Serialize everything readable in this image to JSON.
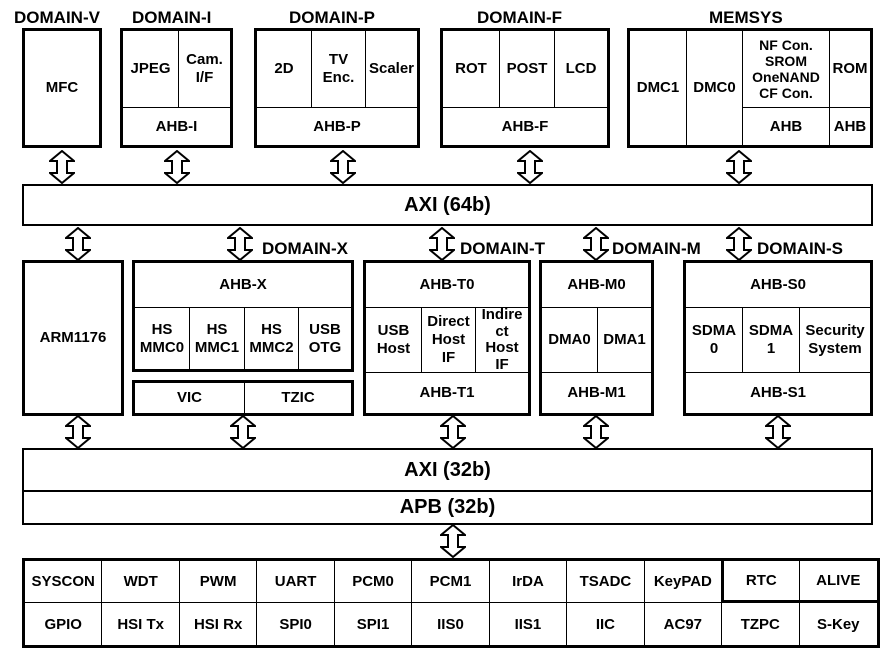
{
  "domains": {
    "v": {
      "title": "DOMAIN-V",
      "cells": [
        "MFC"
      ]
    },
    "i": {
      "title": "DOMAIN-I",
      "cells": [
        "JPEG",
        "Cam.\nI/F"
      ],
      "bus": "AHB-I"
    },
    "p": {
      "title": "DOMAIN-P",
      "cells": [
        "2D",
        "TV\nEnc.",
        "Scaler"
      ],
      "bus": "AHB-P"
    },
    "f": {
      "title": "DOMAIN-F",
      "cells": [
        "ROT",
        "POST",
        "LCD"
      ],
      "bus": "AHB-F"
    },
    "memsys": {
      "title": "MEMSYS",
      "cells": [
        "DMC1",
        "DMC0",
        "NF Con.\nSROM\nOneNAND\nCF Con.",
        "ROM"
      ],
      "buses": [
        "AHB",
        "AHB"
      ]
    },
    "arm": {
      "label": "ARM1176"
    },
    "x": {
      "title": "DOMAIN-X",
      "bus": "AHB-X",
      "cells": [
        "HS\nMMC0",
        "HS\nMMC1",
        "HS\nMMC2",
        "USB\nOTG"
      ],
      "vic": "VIC",
      "tzic": "TZIC"
    },
    "t": {
      "title": "DOMAIN-T",
      "bus_top": "AHB-T0",
      "cells": [
        "USB\nHost",
        "Direct\nHost\nIF",
        "Indire\nct\nHost\nIF"
      ],
      "bus_bottom": "AHB-T1"
    },
    "m": {
      "title": "DOMAIN-M",
      "bus_top": "AHB-M0",
      "cells": [
        "DMA0",
        "DMA1"
      ],
      "bus_bottom": "AHB-M1"
    },
    "s": {
      "title": "DOMAIN-S",
      "bus_top": "AHB-S0",
      "cells": [
        "SDMA\n0",
        "SDMA\n1",
        "Security\nSystem"
      ],
      "bus_bottom": "AHB-S1"
    }
  },
  "buses": {
    "axi64": "AXI (64b)",
    "axi32": "AXI (32b)",
    "apb": "APB (32b)"
  },
  "peripherals": {
    "row1": [
      "SYSCON",
      "WDT",
      "PWM",
      "UART",
      "PCM0",
      "PCM1",
      "IrDA",
      "TSADC",
      "KeyPAD",
      "RTC",
      "ALIVE"
    ],
    "row2": [
      "GPIO",
      "HSI Tx",
      "HSI Rx",
      "SPI0",
      "SPI1",
      "IIS0",
      "IIS1",
      "IIC",
      "AC97",
      "TZPC",
      "S-Key"
    ]
  }
}
